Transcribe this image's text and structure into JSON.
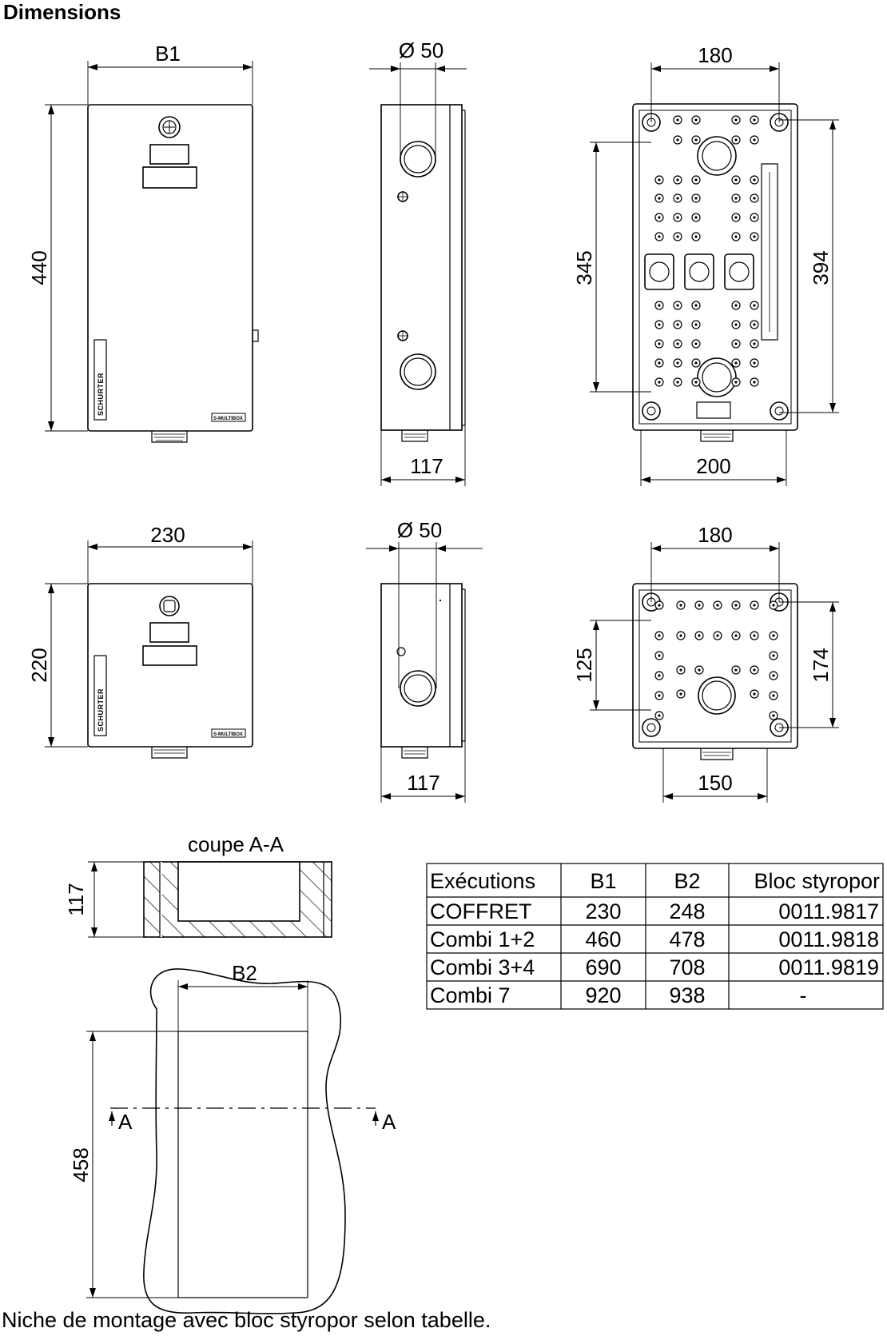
{
  "page": {
    "title": "Dimensions",
    "caption": "Niche de montage avec bloc styropor selon tabelle."
  },
  "views": {
    "large": {
      "front_width": "B1",
      "height": "440",
      "side_hole": "Ø 50",
      "side_depth": "117",
      "back_top": "180",
      "back_left": "345",
      "back_right": "394",
      "back_bottom": "200"
    },
    "small": {
      "front_width": "230",
      "height": "220",
      "side_hole": "Ø 50",
      "side_depth": "117",
      "back_top": "180",
      "back_left": "125",
      "back_right": "174",
      "back_bottom": "150"
    },
    "brand": "SCHURTER",
    "model_label": "S-MULTIBOX"
  },
  "section": {
    "title": "coupe A-A",
    "depth": "117",
    "niche_width": "B2",
    "niche_height": "458",
    "marker_left": "A",
    "marker_right": "A"
  },
  "table": {
    "headers": [
      "Exécutions",
      "B1",
      "B2",
      "Bloc styropor"
    ],
    "rows": [
      [
        "COFFRET",
        "230",
        "248",
        "0011.9817"
      ],
      [
        "Combi 1+2",
        "460",
        "478",
        "0011.9818"
      ],
      [
        "Combi 3+4",
        "690",
        "708",
        "0011.9819"
      ],
      [
        "Combi 7",
        "920",
        "938",
        "-"
      ]
    ]
  },
  "colors": {
    "line": "#000000",
    "background": "#ffffff"
  }
}
